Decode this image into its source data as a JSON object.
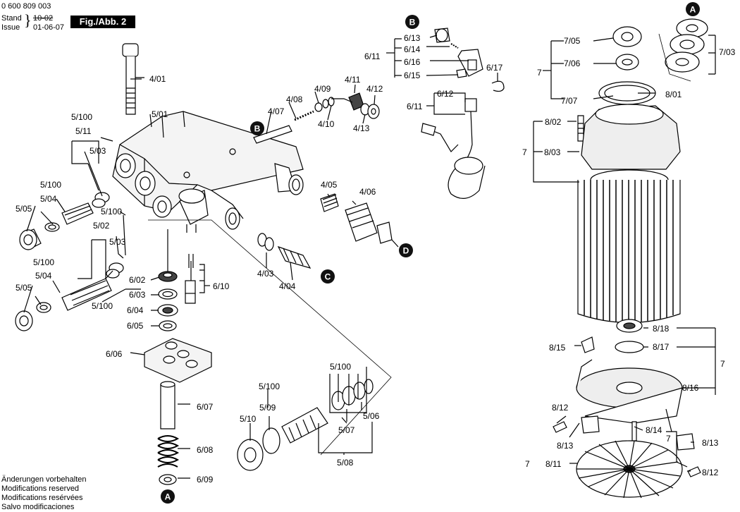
{
  "header": {
    "doc_number": "0 600 809 003",
    "stand_label": "Stand",
    "issue_label": "Issue",
    "stand_value": "10-02",
    "issue_value": "01-06-07",
    "figure": "Fig./Abb. 2"
  },
  "notes": [
    "Änderungen vorbehalten",
    "Modifications reserved",
    "Modifications resérvées",
    "Salvo modificaciones"
  ],
  "markers": [
    "A",
    "B",
    "C",
    "D"
  ],
  "labels": [
    "4/01",
    "5/01",
    "5/100",
    "5/11",
    "5/03",
    "5/100",
    "5/04",
    "5/05",
    "5/100",
    "5/02",
    "5/03",
    "5/100",
    "5/04",
    "5/05",
    "5/100",
    "6/02",
    "6/03",
    "6/04",
    "6/05",
    "6/06",
    "6/07",
    "6/08",
    "6/09",
    "6/10",
    "4/07",
    "4/08",
    "4/09",
    "4/10",
    "4/11",
    "4/12",
    "4/13",
    "4/05",
    "4/06",
    "4/03",
    "4/04",
    "6/11",
    "6/13",
    "6/14",
    "6/16",
    "6/15",
    "6/17",
    "6/11",
    "6/12",
    "5/100",
    "5/100",
    "5/09",
    "5/10",
    "5/07",
    "5/06",
    "5/08",
    "7/05",
    "7/03",
    "7",
    "7/06",
    "7/07",
    "8/01",
    "8/02",
    "7",
    "8/03",
    "8/18",
    "8/15",
    "8/17",
    "7",
    "8/16",
    "8/12",
    "8/13",
    "8/14",
    "7",
    "8/13",
    "7",
    "8/11",
    "8/12"
  ]
}
